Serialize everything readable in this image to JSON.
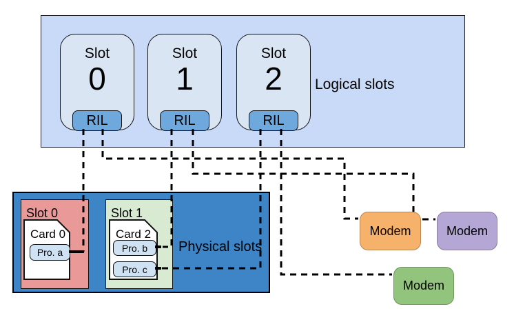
{
  "logical": {
    "label": "Logical slots",
    "slots": [
      {
        "word": "Slot",
        "number": "0",
        "ril_label": "RIL"
      },
      {
        "word": "Slot",
        "number": "1",
        "ril_label": "RIL"
      },
      {
        "word": "Slot",
        "number": "2",
        "ril_label": "RIL"
      }
    ]
  },
  "physical": {
    "label": "Physical slots",
    "slots": [
      {
        "label": "Slot 0",
        "card_label": "Card 0",
        "profiles": [
          "Pro. a"
        ]
      },
      {
        "label": "Slot 1",
        "card_label": "Card 2",
        "profiles": [
          "Pro. b",
          "Pro. c"
        ]
      }
    ]
  },
  "modems": [
    {
      "label": "Modem",
      "color": "#f6b26b"
    },
    {
      "label": "Modem",
      "color": "#b4a7d6"
    },
    {
      "label": "Modem",
      "color": "#93c47d"
    }
  ],
  "colors": {
    "logical_container": "#c9daf8",
    "logical_slot": "#d9e5f2",
    "ril": "#6fa8dc",
    "physical_container": "#3d85c6",
    "physical_slot_0": "#ea9999",
    "physical_slot_1": "#d9ead3",
    "card": "#ffffff",
    "profile_box": "#cfe2f3",
    "connector": "#000000"
  }
}
